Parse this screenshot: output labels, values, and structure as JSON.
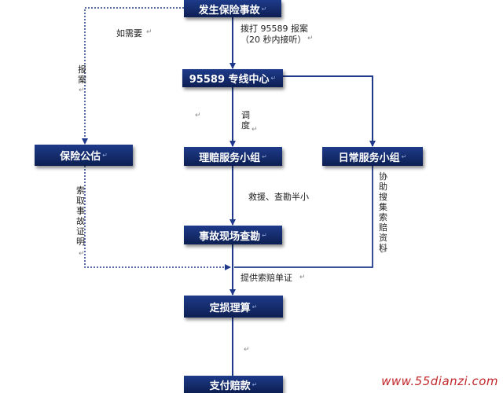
{
  "boxes": {
    "accident": "发生保险事故",
    "hotline": "95589 专线中心",
    "notary": "保险公估",
    "claims_team": "理赔服务小组",
    "service_team": "日常服务小组",
    "survey": "事故现场查勘",
    "assess": "定损理算",
    "payout": "支付赔款"
  },
  "labels": {
    "call_line1": "拨打 95589 报案",
    "call_line2": "（20 秒内接听）",
    "if_needed": "如需要",
    "report": "报案",
    "dispatch": "调度",
    "rescue": "救援、查勘半小",
    "obtain_proof": "索取事故证明",
    "assist_collect": "协助搜集索赔资料",
    "provide_docs": "提供索赔单证",
    "return_mark": "↵"
  },
  "watermark": "www.55dianzi.com",
  "colors": {
    "box_top": "#1e3b8a",
    "box_bottom": "#0d1f52",
    "line": "#1f3a8a"
  }
}
